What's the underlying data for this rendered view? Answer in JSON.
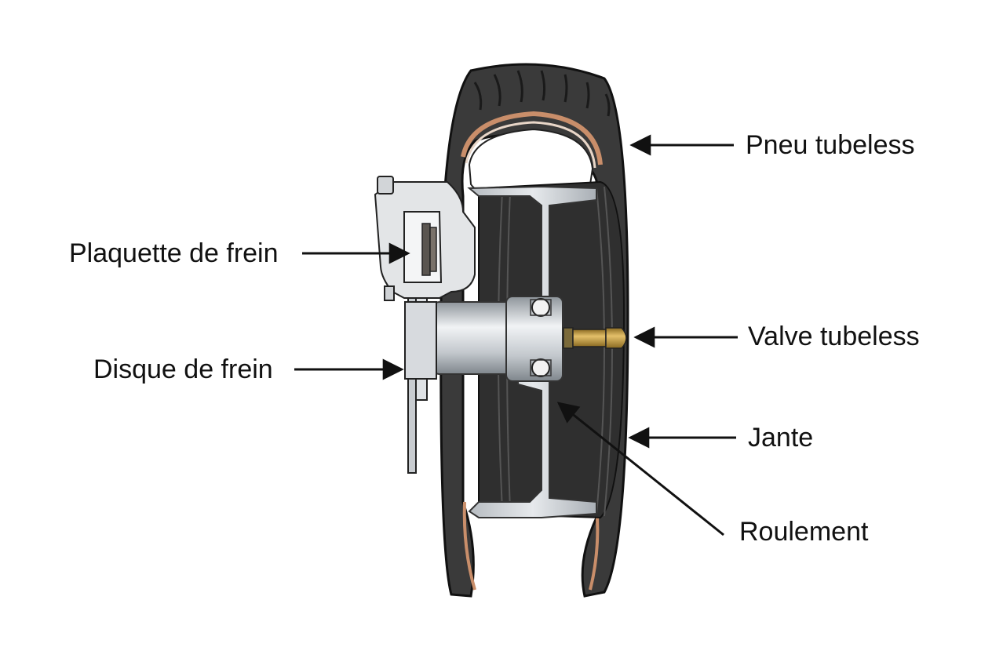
{
  "labels": {
    "pneu": "Pneu tubeless",
    "valve": "Valve tubeless",
    "jante": "Jante",
    "roulement": "Roulement",
    "plaquette": "Plaquette de frein",
    "disque": "Disque de frein"
  },
  "colors": {
    "tire": "#3a3a3a",
    "tire_dark": "#222222",
    "rim": "#c9cdd1",
    "rim_shadow": "#9ea4aa",
    "casing": "#c98e6a",
    "valve_brass": "#c9a246",
    "caliper": "#e3e5e7",
    "arrow": "#111111"
  }
}
